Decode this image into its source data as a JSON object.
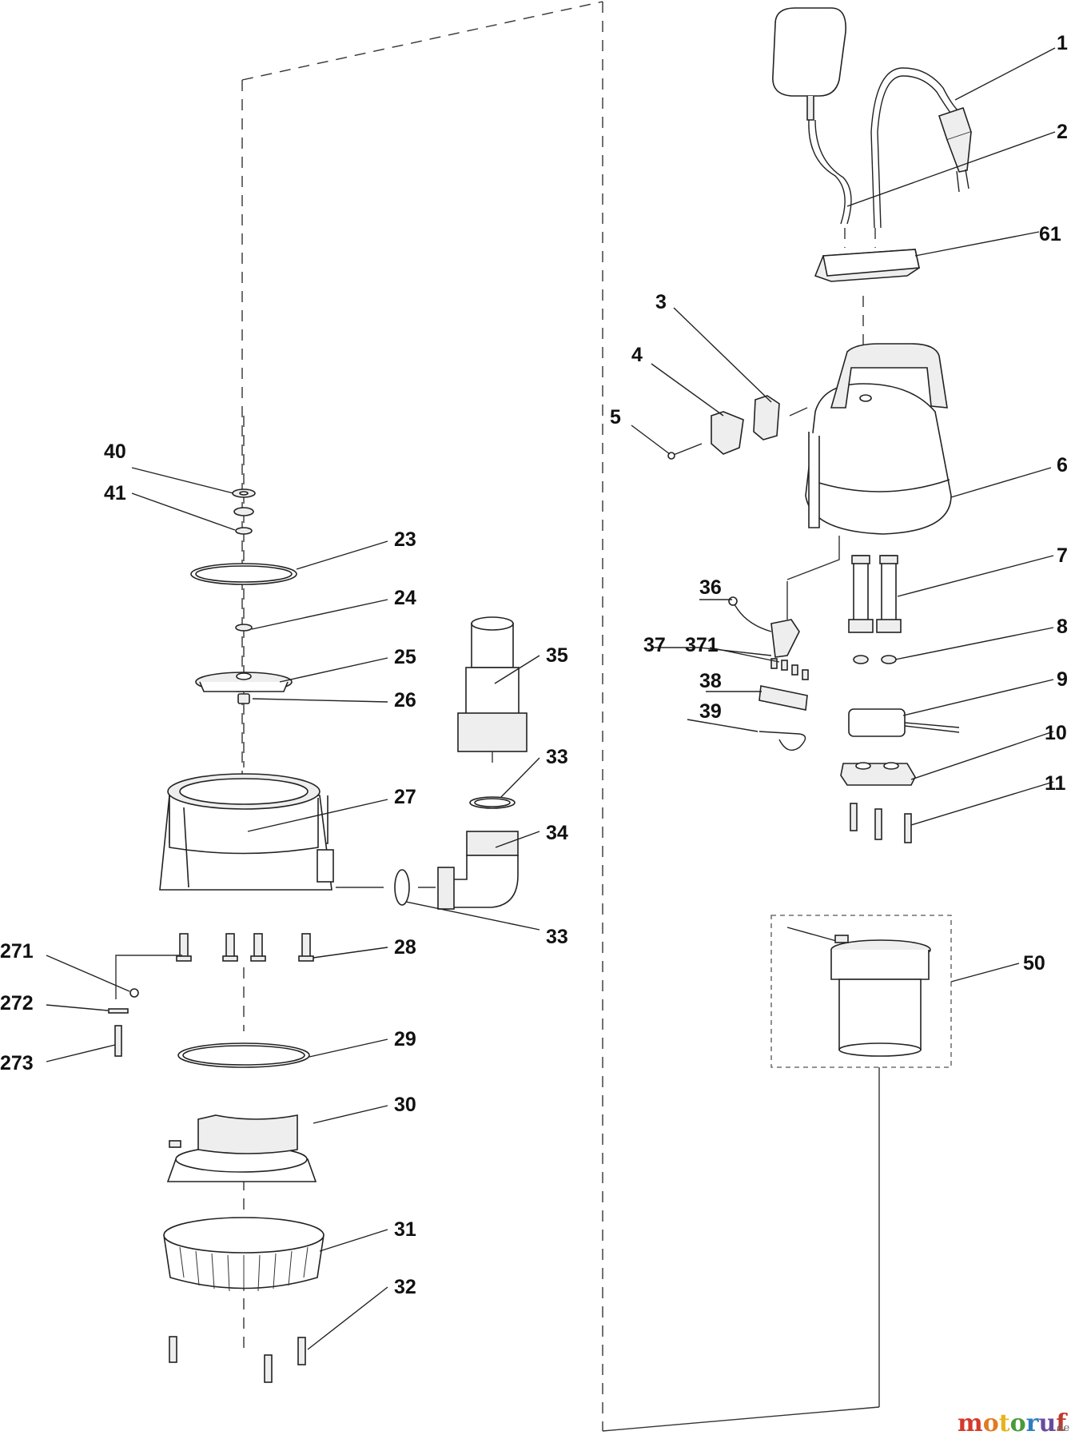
{
  "labels": [
    {
      "text": "1"
    },
    {
      "text": "2"
    },
    {
      "text": "61"
    },
    {
      "text": "3"
    },
    {
      "text": "4"
    },
    {
      "text": "5"
    },
    {
      "text": "6"
    },
    {
      "text": "7"
    },
    {
      "text": "36"
    },
    {
      "text": "8"
    },
    {
      "text": "37"
    },
    {
      "text": "371"
    },
    {
      "text": "38"
    },
    {
      "text": "9"
    },
    {
      "text": "39"
    },
    {
      "text": "10"
    },
    {
      "text": "11"
    },
    {
      "text": "50"
    },
    {
      "text": "40"
    },
    {
      "text": "41"
    },
    {
      "text": "23"
    },
    {
      "text": "24"
    },
    {
      "text": "25"
    },
    {
      "text": "26"
    },
    {
      "text": "35"
    },
    {
      "text": "33"
    },
    {
      "text": "27"
    },
    {
      "text": "34"
    },
    {
      "text": "33"
    },
    {
      "text": "28"
    },
    {
      "text": "271"
    },
    {
      "text": "272"
    },
    {
      "text": "273"
    },
    {
      "text": "29"
    },
    {
      "text": "30"
    },
    {
      "text": "31"
    },
    {
      "text": "32"
    }
  ],
  "watermark": {
    "letters": [
      "m",
      "o",
      "t",
      "o",
      "r",
      "u",
      "f"
    ],
    "colors": [
      "#d33b2c",
      "#e07b22",
      "#e6b31e",
      "#4a9a3a",
      "#2f7dc0",
      "#6a4aa0",
      "#c0392b"
    ],
    "suffix": ".de"
  }
}
